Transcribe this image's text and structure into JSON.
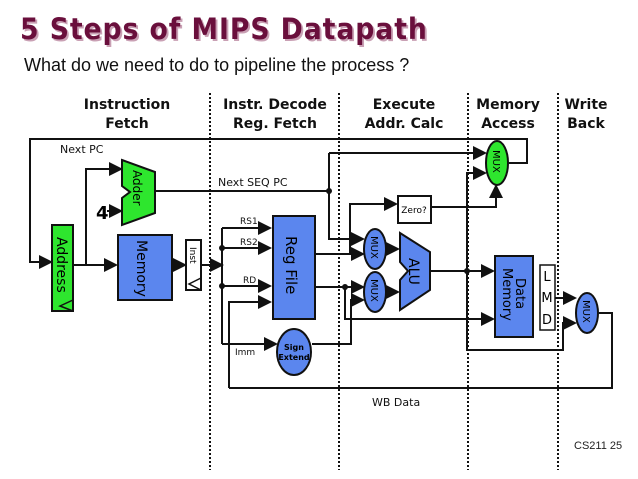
{
  "title": "5 Steps of MIPS Datapath",
  "subtitle": "What do we need to do to pipeline the process ?",
  "stages": [
    {
      "line1": "Instruction",
      "line2": "Fetch"
    },
    {
      "line1": "Instr. Decode",
      "line2": "Reg. Fetch"
    },
    {
      "line1": "Execute",
      "line2": "Addr. Calc"
    },
    {
      "line1": "Memory",
      "line2": "Access"
    },
    {
      "line1": "Write",
      "line2": "Back"
    }
  ],
  "labels": {
    "next_pc": "Next PC",
    "next_seq_pc": "Next SEQ PC",
    "four": "4",
    "rs1": "RS1",
    "rs2": "RS2",
    "rd": "RD",
    "imm": "Imm",
    "wb_data": "WB Data"
  },
  "blocks": {
    "address": "Address",
    "adder": "Adder",
    "memory": "Memory",
    "inst": "Inst",
    "reg_file": "Reg File",
    "sign": "Sign",
    "extend": "Extend",
    "zero": "Zero?",
    "mux": "MUX",
    "alu": "ALU",
    "data": "Data",
    "data_memory": "Memory",
    "lmd_l": "L",
    "lmd_m": "M",
    "lmd_d": "D"
  },
  "footer": "CS211  25",
  "colors": {
    "title": "#6a0f3c",
    "green": "#2ee62e",
    "blue": "#5b86ee"
  }
}
